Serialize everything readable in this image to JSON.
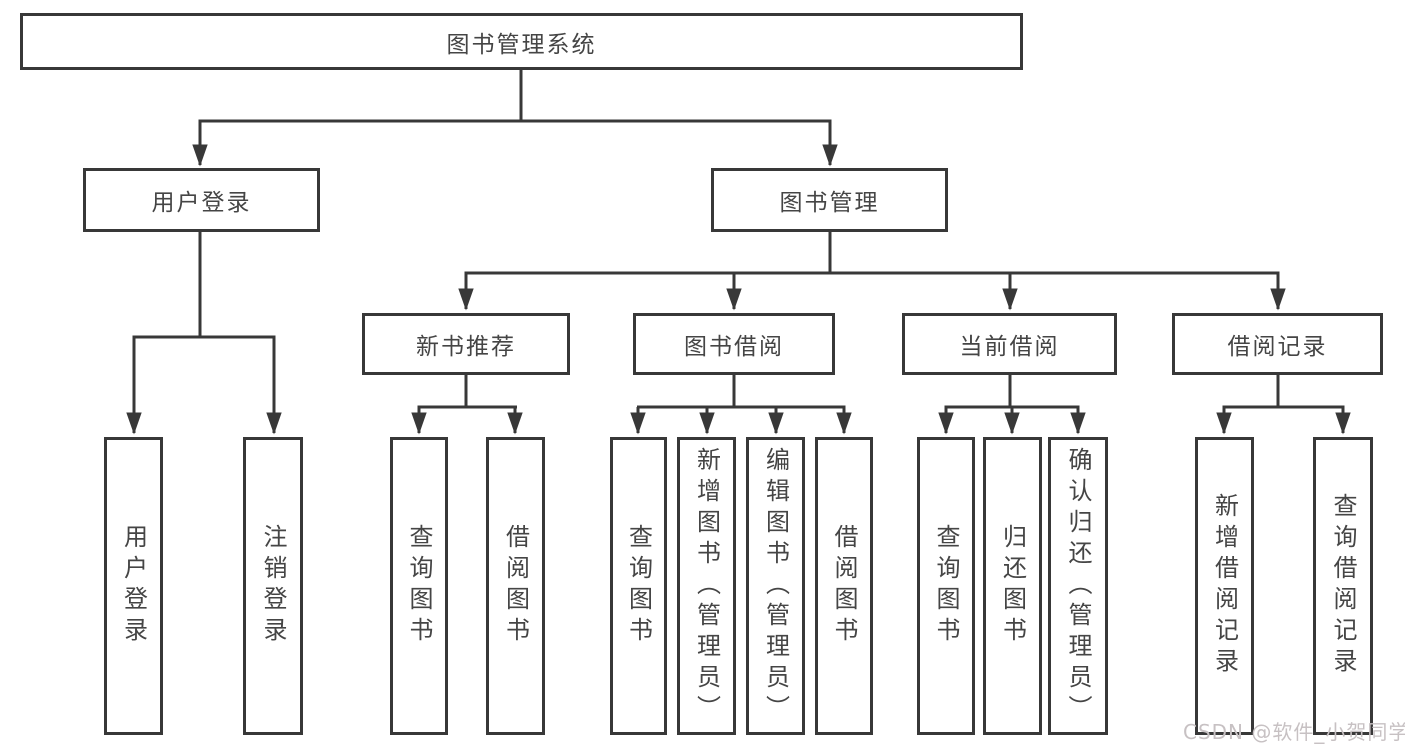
{
  "tree": {
    "root": {
      "label": "图书管理系统"
    },
    "branches": [
      {
        "label": "用户登录",
        "children": [
          {
            "label": "用户登录"
          },
          {
            "label": "注销登录"
          }
        ]
      },
      {
        "label": "图书管理",
        "children": [
          {
            "label": "新书推荐",
            "children": [
              {
                "label": "查询图书"
              },
              {
                "label": "借阅图书"
              }
            ]
          },
          {
            "label": "图书借阅",
            "children": [
              {
                "label": "查询图书"
              },
              {
                "label": "新增图书（管理员）"
              },
              {
                "label": "编辑图书（管理员）"
              },
              {
                "label": "借阅图书"
              }
            ]
          },
          {
            "label": "当前借阅",
            "children": [
              {
                "label": "查询图书"
              },
              {
                "label": "归还图书"
              },
              {
                "label": "确认归还（管理员）"
              }
            ]
          },
          {
            "label": "借阅记录",
            "children": [
              {
                "label": "新增借阅记录"
              },
              {
                "label": "查询借阅记录"
              }
            ]
          }
        ]
      }
    ]
  },
  "watermark": {
    "text": "CSDN @软件_小贺同学"
  },
  "colors": {
    "line": "#383838",
    "text": "#454545",
    "watermark": "#c7c1c3",
    "background": "#ffffff"
  }
}
